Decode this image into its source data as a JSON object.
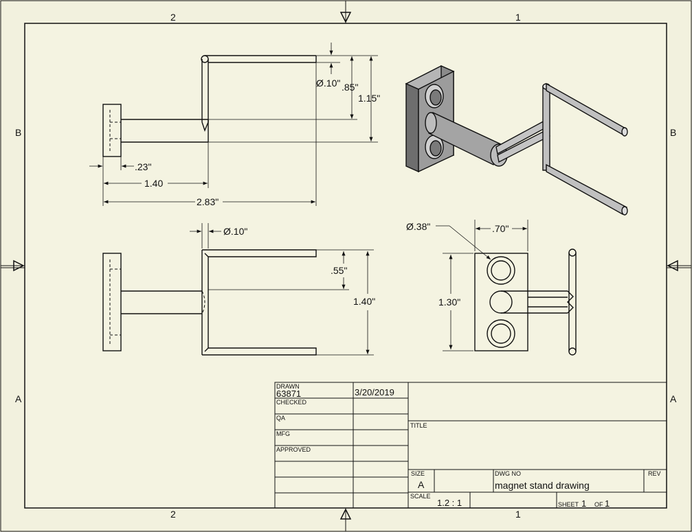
{
  "zones": {
    "top": [
      "2",
      "1"
    ],
    "bottom": [
      "2",
      "1"
    ],
    "left": [
      "B",
      "A"
    ],
    "right": [
      "B",
      "A"
    ]
  },
  "dimensions": {
    "front_dia": "Ø.10\"",
    "front_085": ".85\"",
    "front_115": "1.15\"",
    "front_023": ".23\"",
    "front_140": "1.40",
    "front_283": "2.83\"",
    "top_dia": "Ø.10\"",
    "top_055": ".55\"",
    "top_140": "1.40\"",
    "side_dia": "Ø.38\"",
    "side_070": ".70\"",
    "side_130": "1.30\""
  },
  "title_block": {
    "drawn_label": "DRAWN",
    "drawn_by": "63871",
    "drawn_date": "3/20/2019",
    "checked_label": "CHECKED",
    "qa_label": "QA",
    "mfg_label": "MFG",
    "approved_label": "APPROVED",
    "title_label": "TITLE",
    "size_label": "SIZE",
    "size_value": "A",
    "dwg_no_label": "DWG NO",
    "dwg_no_value": "magnet stand drawing",
    "rev_label": "REV",
    "scale_label": "SCALE",
    "scale_value": "1.2 : 1",
    "sheet_label": "SHEET",
    "sheet_num": "1",
    "of_label": "OF",
    "sheet_total": "1"
  }
}
